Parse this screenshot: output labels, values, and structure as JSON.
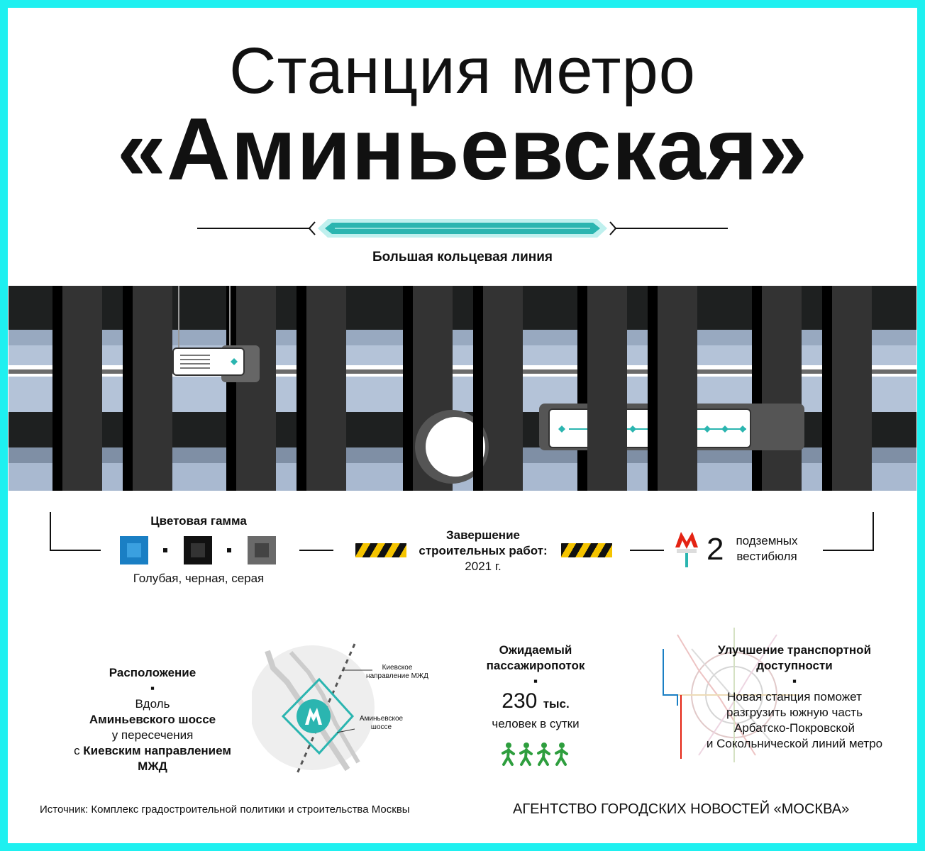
{
  "title": {
    "line1": "Станция метро",
    "line2": "«Аминьевская»"
  },
  "line_name": "Большая кольцевая линия",
  "colors": {
    "accent": "#2bb5b0",
    "blue": "#1a7fc4",
    "black": "#111111",
    "gray": "#6a6a6a",
    "hazard": "#f5c400",
    "people": "#2e9e3e",
    "metro_red": "#e42313"
  },
  "palette": {
    "title": "Цветовая гамма",
    "caption": "Голубая, черная, серая"
  },
  "completion": {
    "line1": "Завершение",
    "line2": "строительных работ:",
    "year": "2021 г."
  },
  "vestibules": {
    "count": "2",
    "line1": "подземных",
    "line2": "вестибюля"
  },
  "location": {
    "title": "Расположение",
    "bullet": "▪",
    "l1": "Вдоль",
    "l2": "Аминьевского шоссе",
    "l3": "у пересечения",
    "l4_pre": "с ",
    "l4_bold": "Киевским направлением",
    "l5": "МЖД",
    "map_label1_a": "Киевское",
    "map_label1_b": "направление МЖД",
    "map_label2_a": "Аминьевское",
    "map_label2_b": "шоссе"
  },
  "passengers": {
    "title1": "Ожидаемый",
    "title2": "пассажиропоток",
    "bullet": "▪",
    "value": "230",
    "unit": "тыс.",
    "caption": "человек в сутки"
  },
  "transport": {
    "title1": "Улучшение транспортной",
    "title2": "доступности",
    "bullet": "▪",
    "l1": "Новая станция поможет",
    "l2": "разгрузить южную часть",
    "l3": "Арбатско-Покровской",
    "l4": "и Сокольнической линий метро"
  },
  "footer": {
    "source": "Источник: Комплекс градостроительной политики и строительства Москвы",
    "agency": "АГЕНТСТВО ГОРОДСКИХ НОВОСТЕЙ «МОСКВА»"
  }
}
